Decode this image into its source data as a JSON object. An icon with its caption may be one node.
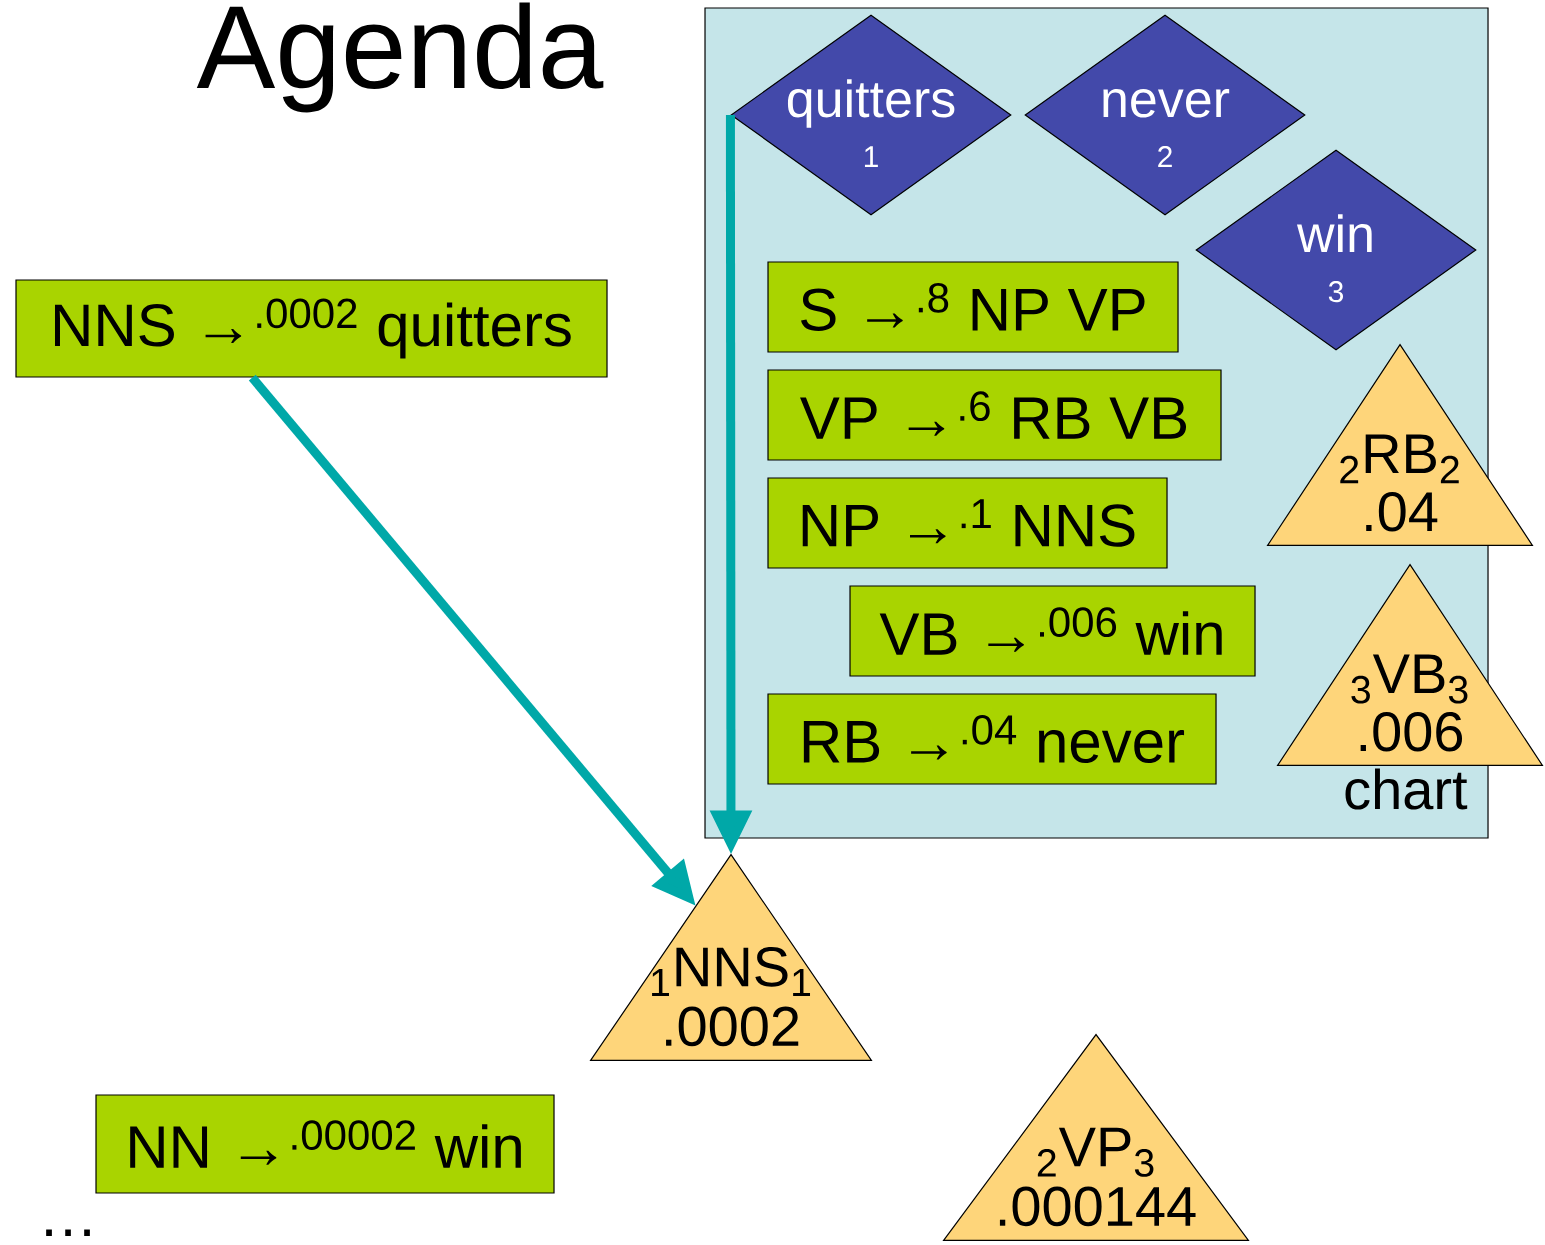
{
  "diagram": {
    "title": "Agenda",
    "nodes": [
      {
        "text": [
          "chart"
        ]
      },
      {
        "text": [
          "quitters",
          "1"
        ],
        "in": 0
      },
      {
        "text": [
          "never",
          "2"
        ],
        "in": 0
      },
      {
        "text": [
          "win",
          "3"
        ],
        "in": 0
      },
      {
        "text": [
          "S →$^{.8}$ NP VP"
        ],
        "in": 0
      },
      {
        "text": [
          "VP →$^{.6}$ RB VB"
        ],
        "in": 0
      },
      {
        "text": [
          "NP →$^{.1}$ NNS"
        ],
        "in": 0
      },
      {
        "text": [
          "VB →$^{.006}$ win"
        ],
        "in": 0
      },
      {
        "text": [
          "RB →$^{.04}$ never"
        ],
        "in": 0
      },
      {
        "text": [
          "$_{2}$RB$_{2}$",
          ".04"
        ]
      },
      {
        "text": [
          "$_{3}$VB$_{3}$",
          ".006"
        ]
      },
      {
        "text": [
          "NNS →$^{.0002}$ quitters"
        ]
      },
      {
        "text": [
          "$_{1}$NNS$_{1}$",
          ".0002"
        ]
      },
      {
        "text": [
          "NN →$^{.00002}$ win"
        ]
      },
      {
        "text": [
          "$_{2}$VP$_{3}$",
          ".000144"
        ]
      }
    ],
    "edges": [
      {
        "from": 11,
        "to": 12,
        "arrow": "to"
      },
      {
        "from": 1,
        "to": 12,
        "arrow": "to"
      }
    ],
    "labels": [
      "…"
    ]
  }
}
